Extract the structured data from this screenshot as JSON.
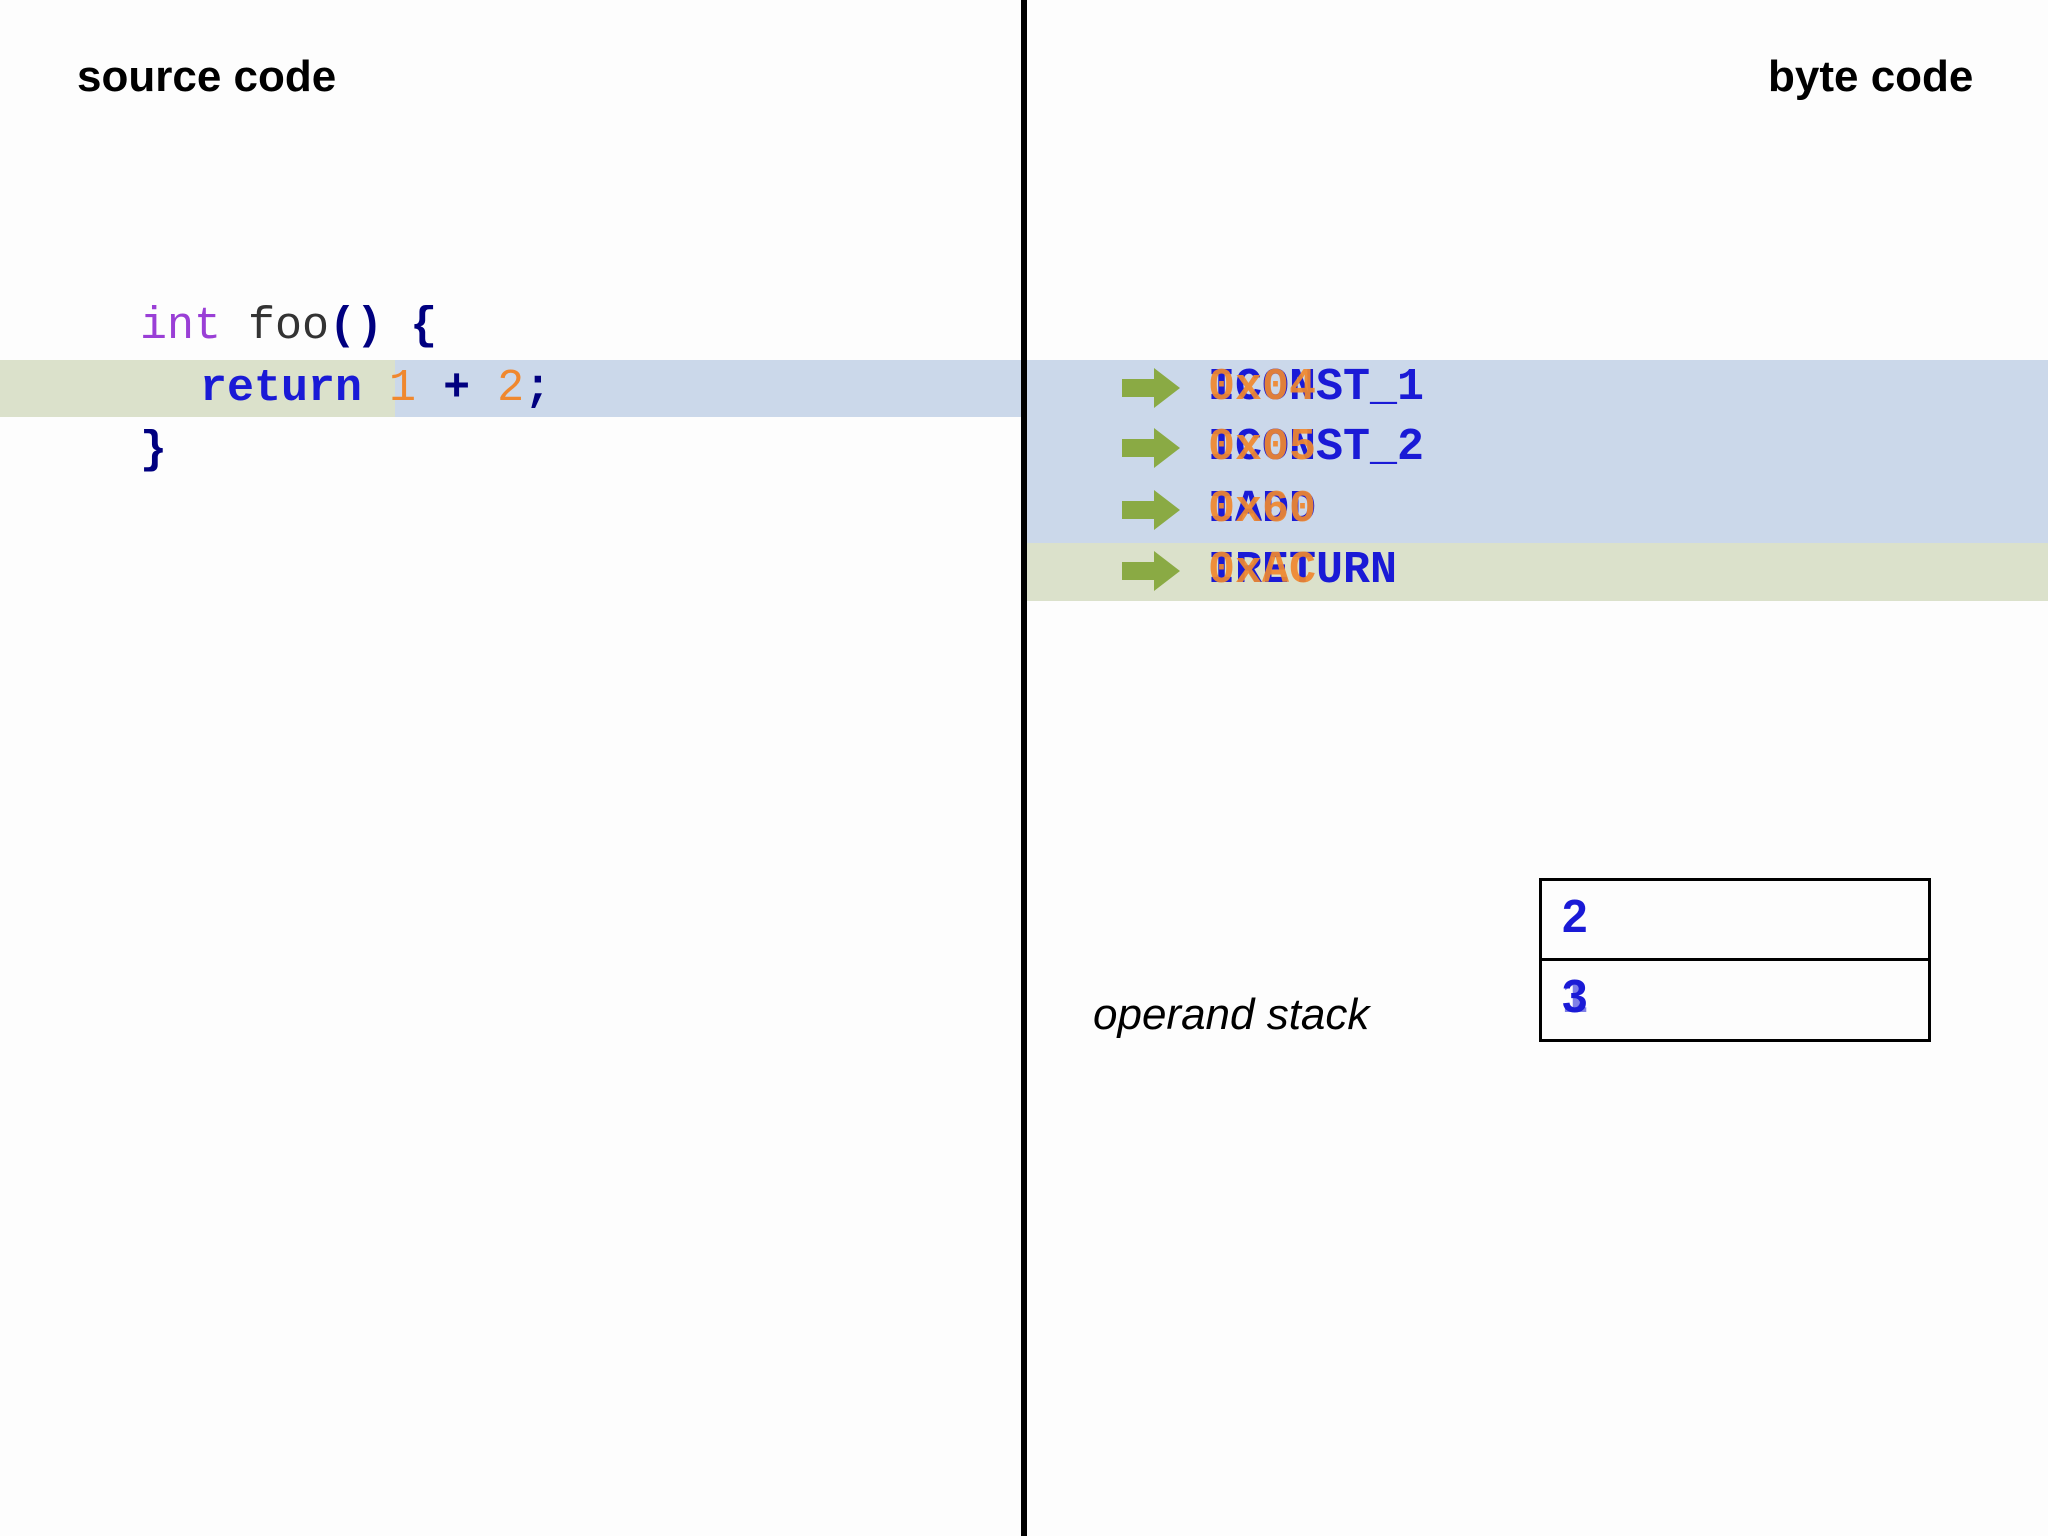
{
  "headings": {
    "left": "source code",
    "right": "byte code"
  },
  "source": {
    "line1": {
      "kw": "int",
      "name": "foo",
      "parens": "()",
      "brace": "{"
    },
    "line2": {
      "kw": "return",
      "n1": "1",
      "op": "+",
      "n2": "2",
      "semi": ";"
    },
    "line3": {
      "brace": "}"
    }
  },
  "bytecode": {
    "rows": [
      {
        "op": "ICONST_1",
        "hex": "0x04"
      },
      {
        "op": "ICONST_2",
        "hex": "0x05"
      },
      {
        "op": "IADD",
        "hex": "0x60"
      },
      {
        "op": "IRETURN",
        "hex": "0xAC"
      }
    ]
  },
  "stack": {
    "label": "operand stack",
    "top": "2",
    "bottom_a": "3",
    "bottom_b": "1"
  },
  "colors": {
    "keyword_blue": "#1a1ad6",
    "number_orange": "#f0882e",
    "highlight_blue": "#cbd8ea",
    "highlight_green": "#dbe1cb",
    "arrow_green": "#8aaa44"
  }
}
